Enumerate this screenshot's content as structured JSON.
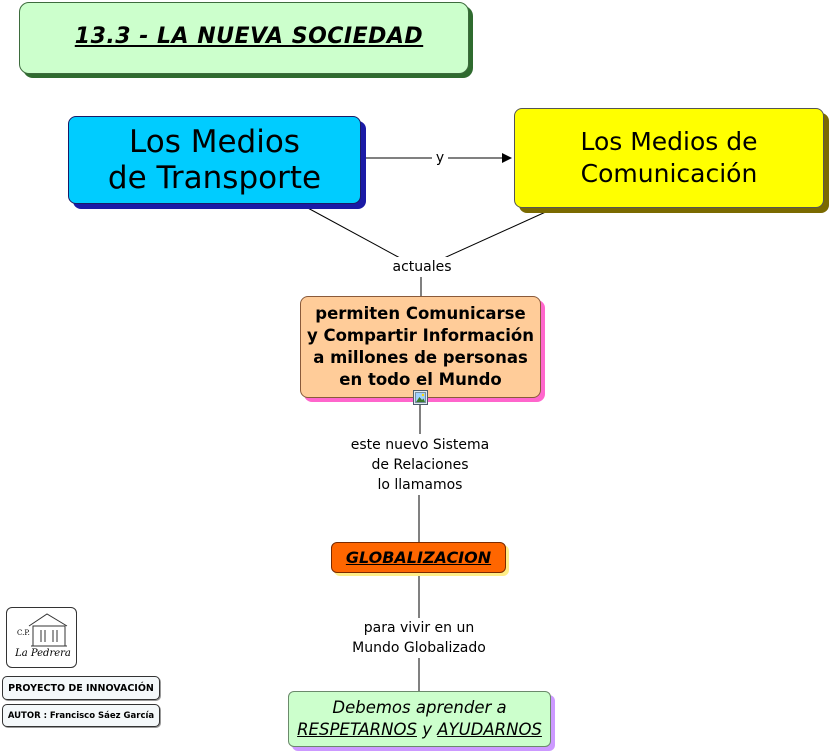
{
  "title": "13.3 - LA NUEVA SOCIEDAD",
  "nodes": {
    "transporte": {
      "line1": "Los Medios",
      "line2": "de Transporte"
    },
    "comunicacion": {
      "line1": "Los Medios de",
      "line2": "Comunicación"
    },
    "permiten": {
      "line1": "permiten Comunicarse",
      "line2": "y Compartir Información",
      "line3": "a millones de personas",
      "line4": "en todo el Mundo"
    },
    "globalizacion": "GLOBALIZACION",
    "debemos": {
      "line1": "Debemos aprender a",
      "word1": "RESPETARNOS",
      "joiner": "y",
      "word2": "AYUDARNOS"
    }
  },
  "links": {
    "y": "y",
    "actuales": "actuales",
    "sistema": {
      "line1": "este nuevo Sistema",
      "line2": "de Relaciones",
      "line3": "lo llamamos"
    },
    "vivir": {
      "line1": "para vivir en un",
      "line2": "Mundo Globalizado"
    }
  },
  "footer": {
    "logo": {
      "top": "C.P.",
      "name": "La Pedrera"
    },
    "project": "PROYECTO DE INNOVACIÓN",
    "author": "AUTOR : Francisco Sáez García"
  },
  "colors": {
    "title_bg": "#ccffcc",
    "transporte_bg": "#00ccff",
    "comunicacion_bg": "#ffff00",
    "permiten_bg": "#ffcc99",
    "globalizacion_bg": "#ff6600",
    "debemos_bg": "#ccffcc"
  }
}
